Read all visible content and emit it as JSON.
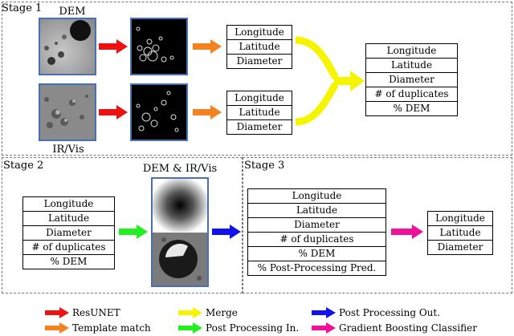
{
  "stages": {
    "stage1": "Stage 1",
    "stage2": "Stage 2",
    "stage3": "Stage 3"
  },
  "image_labels": {
    "dem": "DEM",
    "irvis": "IR/Vis",
    "dem_irvis": "DEM & IR/Vis"
  },
  "tables": {
    "dem_output": [
      "Longitude",
      "Latitude",
      "Diameter"
    ],
    "irvis_output": [
      "Longitude",
      "Latitude",
      "Diameter"
    ],
    "merged": [
      "Longitude",
      "Latitude",
      "Diameter",
      "# of duplicates",
      "% DEM"
    ],
    "stage2_input": [
      "Longitude",
      "Latitude",
      "Diameter",
      "# of duplicates",
      "% DEM"
    ],
    "stage3_input": [
      "Longitude",
      "Latitude",
      "Diameter",
      "# of duplicates",
      "% DEM",
      "% Post-Processing Pred."
    ],
    "final": [
      "Longitude",
      "Latitude",
      "Diameter"
    ]
  },
  "legend": [
    {
      "label": "ResUNET",
      "color": "#ee1111"
    },
    {
      "label": "Template match",
      "color": "#f58220"
    },
    {
      "label": "Merge",
      "color": "#f5f500"
    },
    {
      "label": "Post Processing In.",
      "color": "#22ee22"
    },
    {
      "label": "Post Processing Out.",
      "color": "#1111ee"
    },
    {
      "label": "Gradient Boosting Classifier",
      "color": "#ee1199"
    }
  ],
  "colors": {
    "resunet": "#ee1111",
    "template": "#f58220",
    "merge": "#f5f500",
    "pp_in": "#22ee22",
    "pp_out": "#1111ee",
    "gbc": "#ee1199",
    "frame": "#4a6fb5"
  }
}
